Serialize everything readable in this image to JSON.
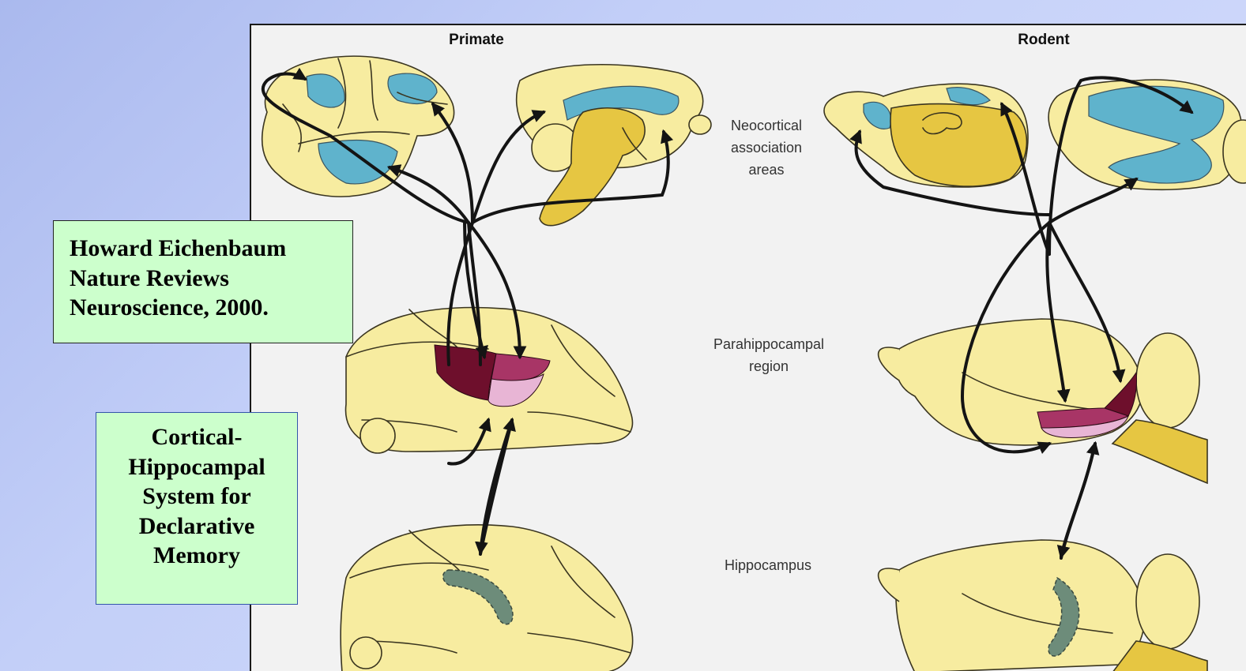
{
  "figure": {
    "column_primate": "Primate",
    "column_rodent": "Rodent",
    "label_neocortical": [
      "Neocortical",
      "association",
      "areas"
    ],
    "label_parahippocampal": [
      "Parahippocampal",
      "region"
    ],
    "label_hippocampus": "Hippocampus"
  },
  "citation": {
    "lines": [
      "Howard Eichenbaum",
      "Nature Reviews",
      "Neuroscience, 2000."
    ]
  },
  "slide_title": {
    "lines": [
      "Cortical-",
      "Hippocampal",
      "System for",
      "Declarative",
      "Memory"
    ]
  },
  "colors": {
    "neocortical_blue": "#5fb3cc",
    "parahippocampal_dark": "#6e0f2c",
    "parahippocampal_mid": "#a83566",
    "parahippocampal_light": "#e8b5d5",
    "hippocampus_green": "#6d8c7a",
    "brain_fill": "#f7eca0",
    "brainstem_fill": "#e6c642",
    "label_box_fill": "#ccffcc"
  }
}
